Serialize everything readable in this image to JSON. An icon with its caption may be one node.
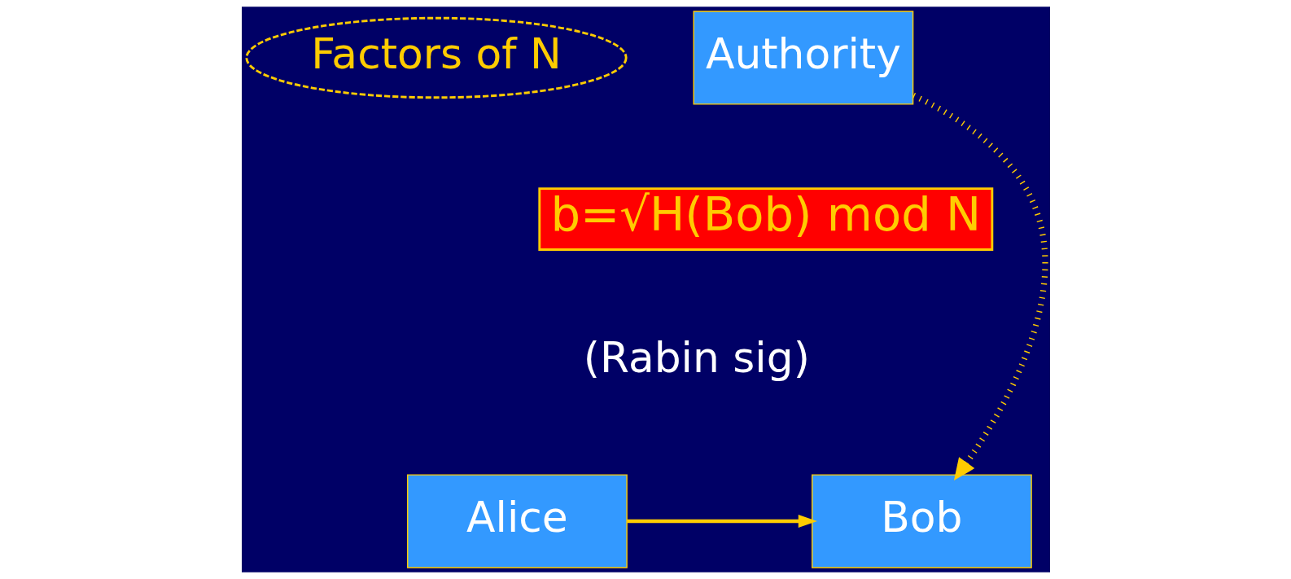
{
  "diagram": {
    "nodes": [
      {
        "text": [
          "Factors of N"
        ]
      },
      {
        "text": [
          "Authority"
        ]
      },
      {
        "text": [
          "b=√H(Bob) mod N"
        ],
        "beside": [
          "(Rabin sig)"
        ]
      },
      {
        "text": [
          "Alice"
        ]
      },
      {
        "text": [
          "Bob"
        ]
      }
    ],
    "edges": [
      {
        "from": 1,
        "to": 4,
        "arrow": "to",
        "style": "dashed"
      },
      {
        "from": 3,
        "to": 4,
        "arrow": "to"
      }
    ]
  }
}
